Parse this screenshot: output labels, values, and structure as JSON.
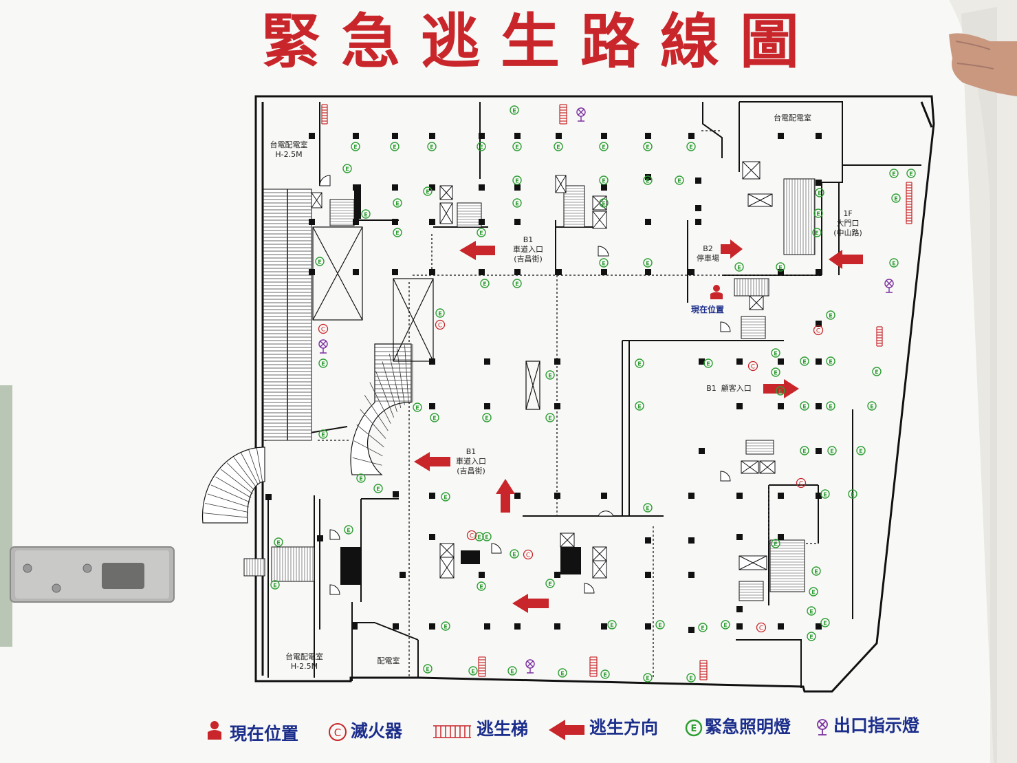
{
  "title": "緊急逃生路線圖",
  "colors": {
    "title": "#c8262a",
    "arrow": "#c8262a",
    "extinguisher": "#c8262a",
    "emergency_light": "#2e9e34",
    "exit_sign": "#7b2fa0",
    "legend_text": "#1c2e8c",
    "wall": "#111111"
  },
  "rooms": {
    "power_room_top_left": "台電配電室\nH-2.5M",
    "power_room_top_right": "台電配電室",
    "power_room_bottom_left": "台電配電室\nH-2.5M",
    "distribution_room": "配電室"
  },
  "zones": {
    "b1_ramp_top": {
      "level": "B1",
      "name": "車道入口",
      "street": "(吉昌街)"
    },
    "b2_parking": {
      "level": "B2",
      "name": "停車場"
    },
    "f1_main_gate": {
      "level": "1F",
      "name": "大門口",
      "street": "(中山路)"
    },
    "b1_customer": {
      "level": "B1",
      "name": "顧客入口"
    },
    "b1_ramp_bottom": {
      "level": "B1",
      "name": "車道入口",
      "street": "(吉昌街)"
    }
  },
  "you_are_here": "現在位置",
  "legend": [
    {
      "icon": "person-icon",
      "label": "現在位置"
    },
    {
      "icon": "extinguisher-icon",
      "label": "滅火器"
    },
    {
      "icon": "escape-ladder-icon",
      "label": "逃生梯"
    },
    {
      "icon": "arrow-icon",
      "label": "逃生方向"
    },
    {
      "icon": "emergency-light-icon",
      "label": "緊急照明燈"
    },
    {
      "icon": "exit-sign-icon",
      "label": "出口指示燈"
    }
  ]
}
